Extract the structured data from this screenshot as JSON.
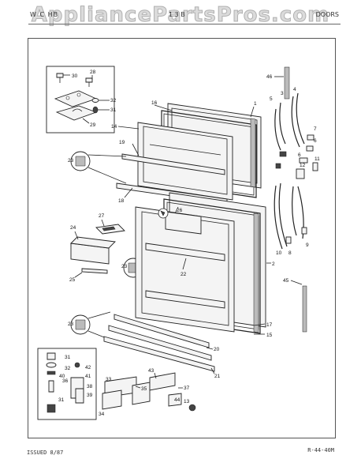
{
  "watermark": "AppliancePartsPros.com",
  "header": {
    "left": "W C  HB",
    "center": "1 3  B",
    "right": "DOORS"
  },
  "footer": {
    "left": "ISSUED 8/87",
    "right": "R-44-40M"
  },
  "callouts": {
    "c1": "1",
    "c2": "2",
    "c3": "3",
    "c4": "4",
    "c5": "5",
    "c6": "6",
    "c7": "7",
    "c8": "8",
    "c9": "9",
    "c10": "10",
    "c11": "11",
    "c12": "12",
    "c13": "13",
    "c14": "14",
    "c15": "15",
    "c16": "16",
    "c17": "17",
    "c18": "18",
    "c19": "19",
    "c20": "20",
    "c21": "21",
    "c22": "22",
    "c23": "23",
    "c24": "24",
    "c25": "25",
    "c26": "26",
    "c27": "27",
    "c28": "28",
    "c29": "29",
    "c30": "30",
    "c31": "31",
    "c32": "32",
    "c33": "33",
    "c34": "34",
    "c35": "35",
    "c36": "36",
    "c37": "37",
    "c38": "38",
    "c39": "39",
    "c40": "40",
    "c41": "41",
    "c42": "42",
    "c43": "43",
    "c44": "44",
    "c45": "45",
    "c46": "46"
  }
}
